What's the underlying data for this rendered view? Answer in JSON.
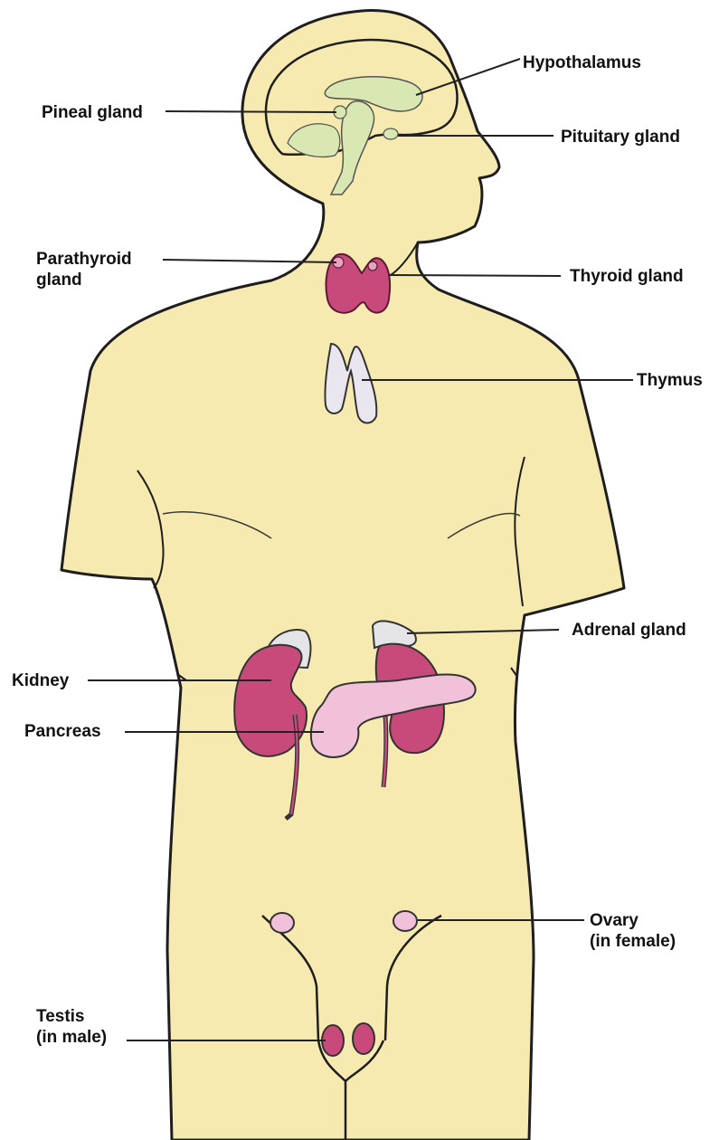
{
  "colors": {
    "skin": "#f7eab0",
    "outline": "#1e1e1e",
    "hypothalamus": "#d9e8b3",
    "gland_pink": "#c84a7a",
    "gland_light_pink": "#f1c1d9",
    "gland_grey": "#e9e6f0",
    "adrenal": "#e5e5e7"
  },
  "labels": {
    "hypothalamus": "Hypothalamus",
    "pineal": "Pineal gland",
    "pituitary": "Pituitary gland",
    "parathyroid_1": "Parathyroid",
    "parathyroid_2": "gland",
    "thyroid": "Thyroid gland",
    "thymus": "Thymus",
    "adrenal": "Adrenal gland",
    "kidney": "Kidney",
    "pancreas": "Pancreas",
    "ovary_1": "Ovary",
    "ovary_2": "(in female)",
    "testis_1": "Testis",
    "testis_2": "(in male)"
  }
}
